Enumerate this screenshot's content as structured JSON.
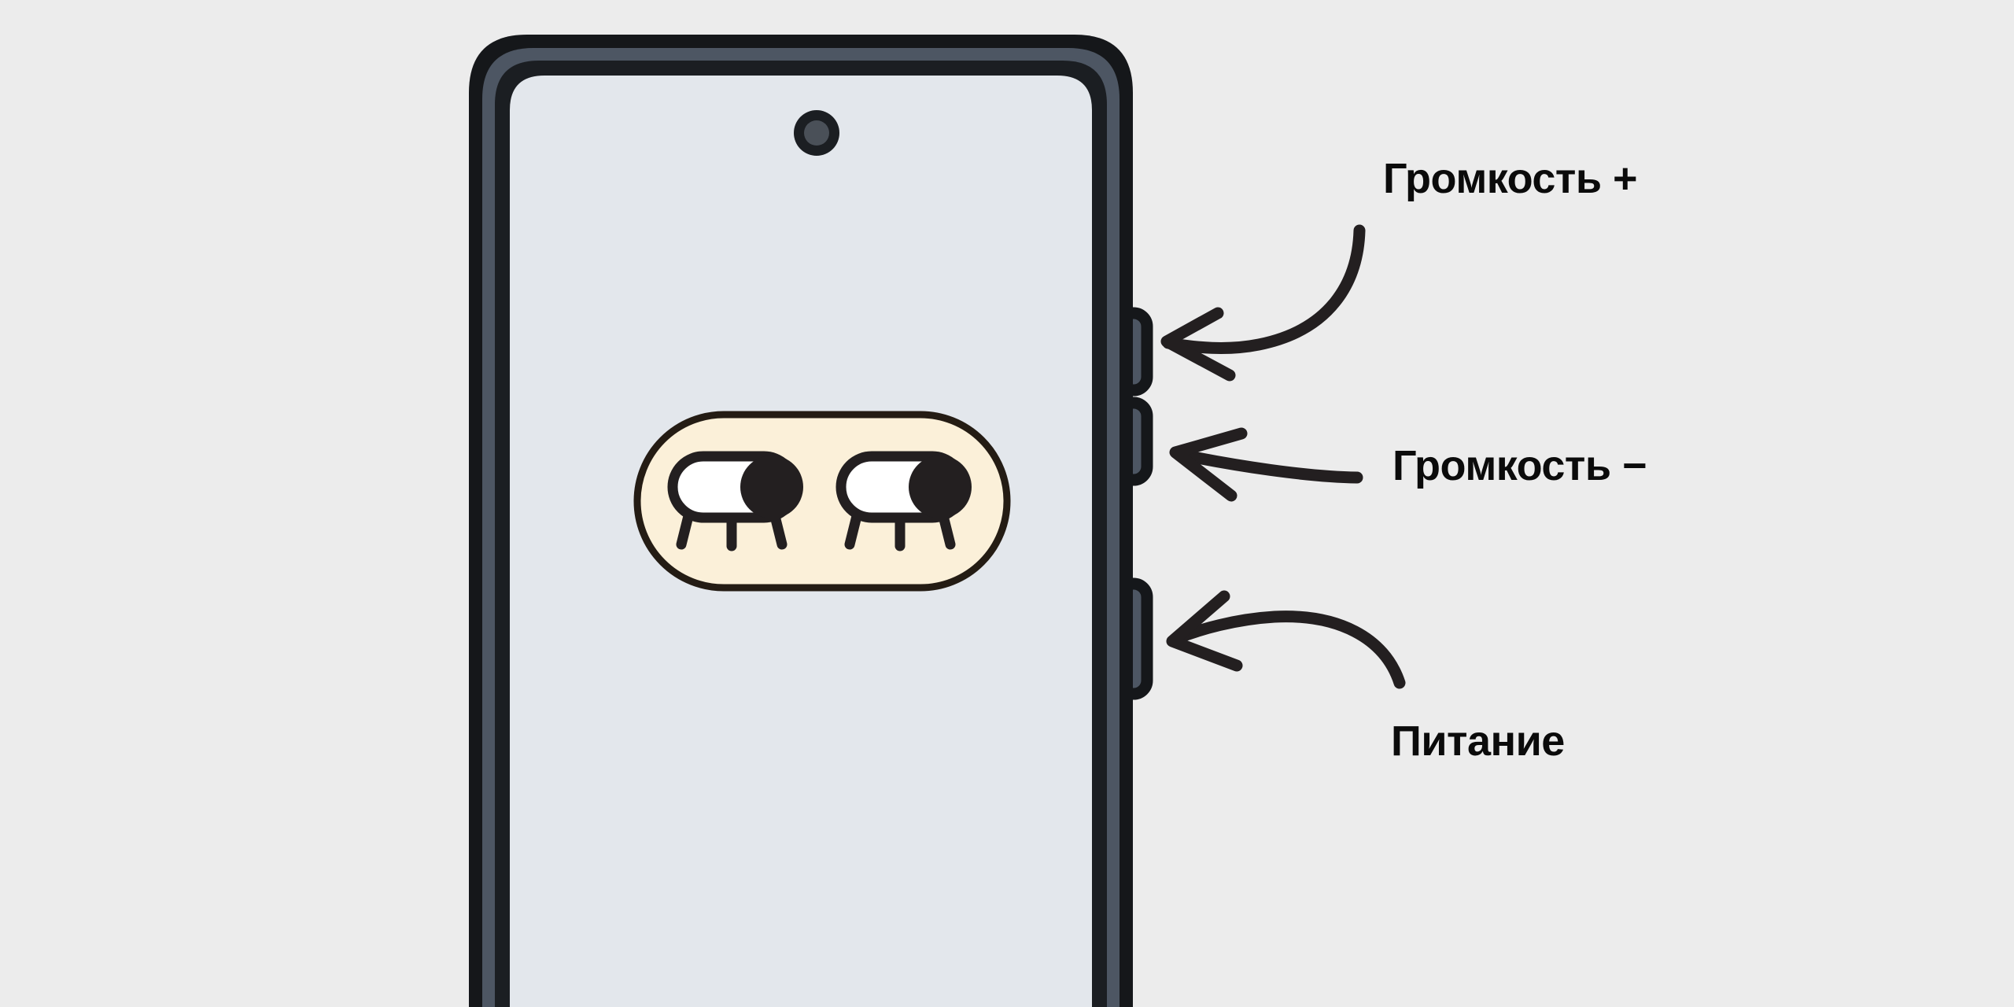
{
  "scene": {
    "title": "Phone side buttons callout diagram",
    "background_color": "#ececec"
  },
  "device": {
    "name": "smartphone",
    "frame_outer_color": "#15171a",
    "frame_mid_color": "#4d5663",
    "frame_inner_color": "#1b1e22",
    "screen_color": "#e3e7ec",
    "camera": {
      "name": "front-camera",
      "outer_color": "#1b1e22",
      "inner_color": "#4a5058"
    },
    "buttons": [
      {
        "id": "volume-up",
        "name": "volume-up-button",
        "fill": "#4d5663",
        "stroke": "#15171a"
      },
      {
        "id": "volume-down",
        "name": "volume-down-button",
        "fill": "#4d5663",
        "stroke": "#15171a"
      },
      {
        "id": "power",
        "name": "power-button",
        "fill": "#4d5663",
        "stroke": "#15171a"
      }
    ]
  },
  "screen_content": {
    "badge": {
      "name": "toggle-pill-badge",
      "fill": "#fbf0d9",
      "stroke": "#241c14",
      "icons": [
        {
          "name": "sheep-toggle-icon-left",
          "body_fill": "#ffffff",
          "head_fill": "#231f20",
          "outline": "#231f20"
        },
        {
          "name": "sheep-toggle-icon-right",
          "body_fill": "#ffffff",
          "head_fill": "#231f20",
          "outline": "#231f20"
        }
      ]
    }
  },
  "callouts": [
    {
      "id": "volume-up",
      "label": "Громкость +",
      "arrow": "curved-arrow-down-left",
      "target": "volume-up-button"
    },
    {
      "id": "volume-down",
      "label": "Громкость −",
      "arrow": "straight-arrow-left",
      "target": "volume-down-button"
    },
    {
      "id": "power",
      "label": "Питание",
      "arrow": "curved-arrow-up-left",
      "target": "power-button"
    }
  ],
  "colors": {
    "ink": "#231f20",
    "background": "#ececec",
    "screen": "#e3e7ec",
    "cream": "#fbf0d9",
    "frame_dark": "#15171a",
    "frame_steel": "#4d5663"
  }
}
